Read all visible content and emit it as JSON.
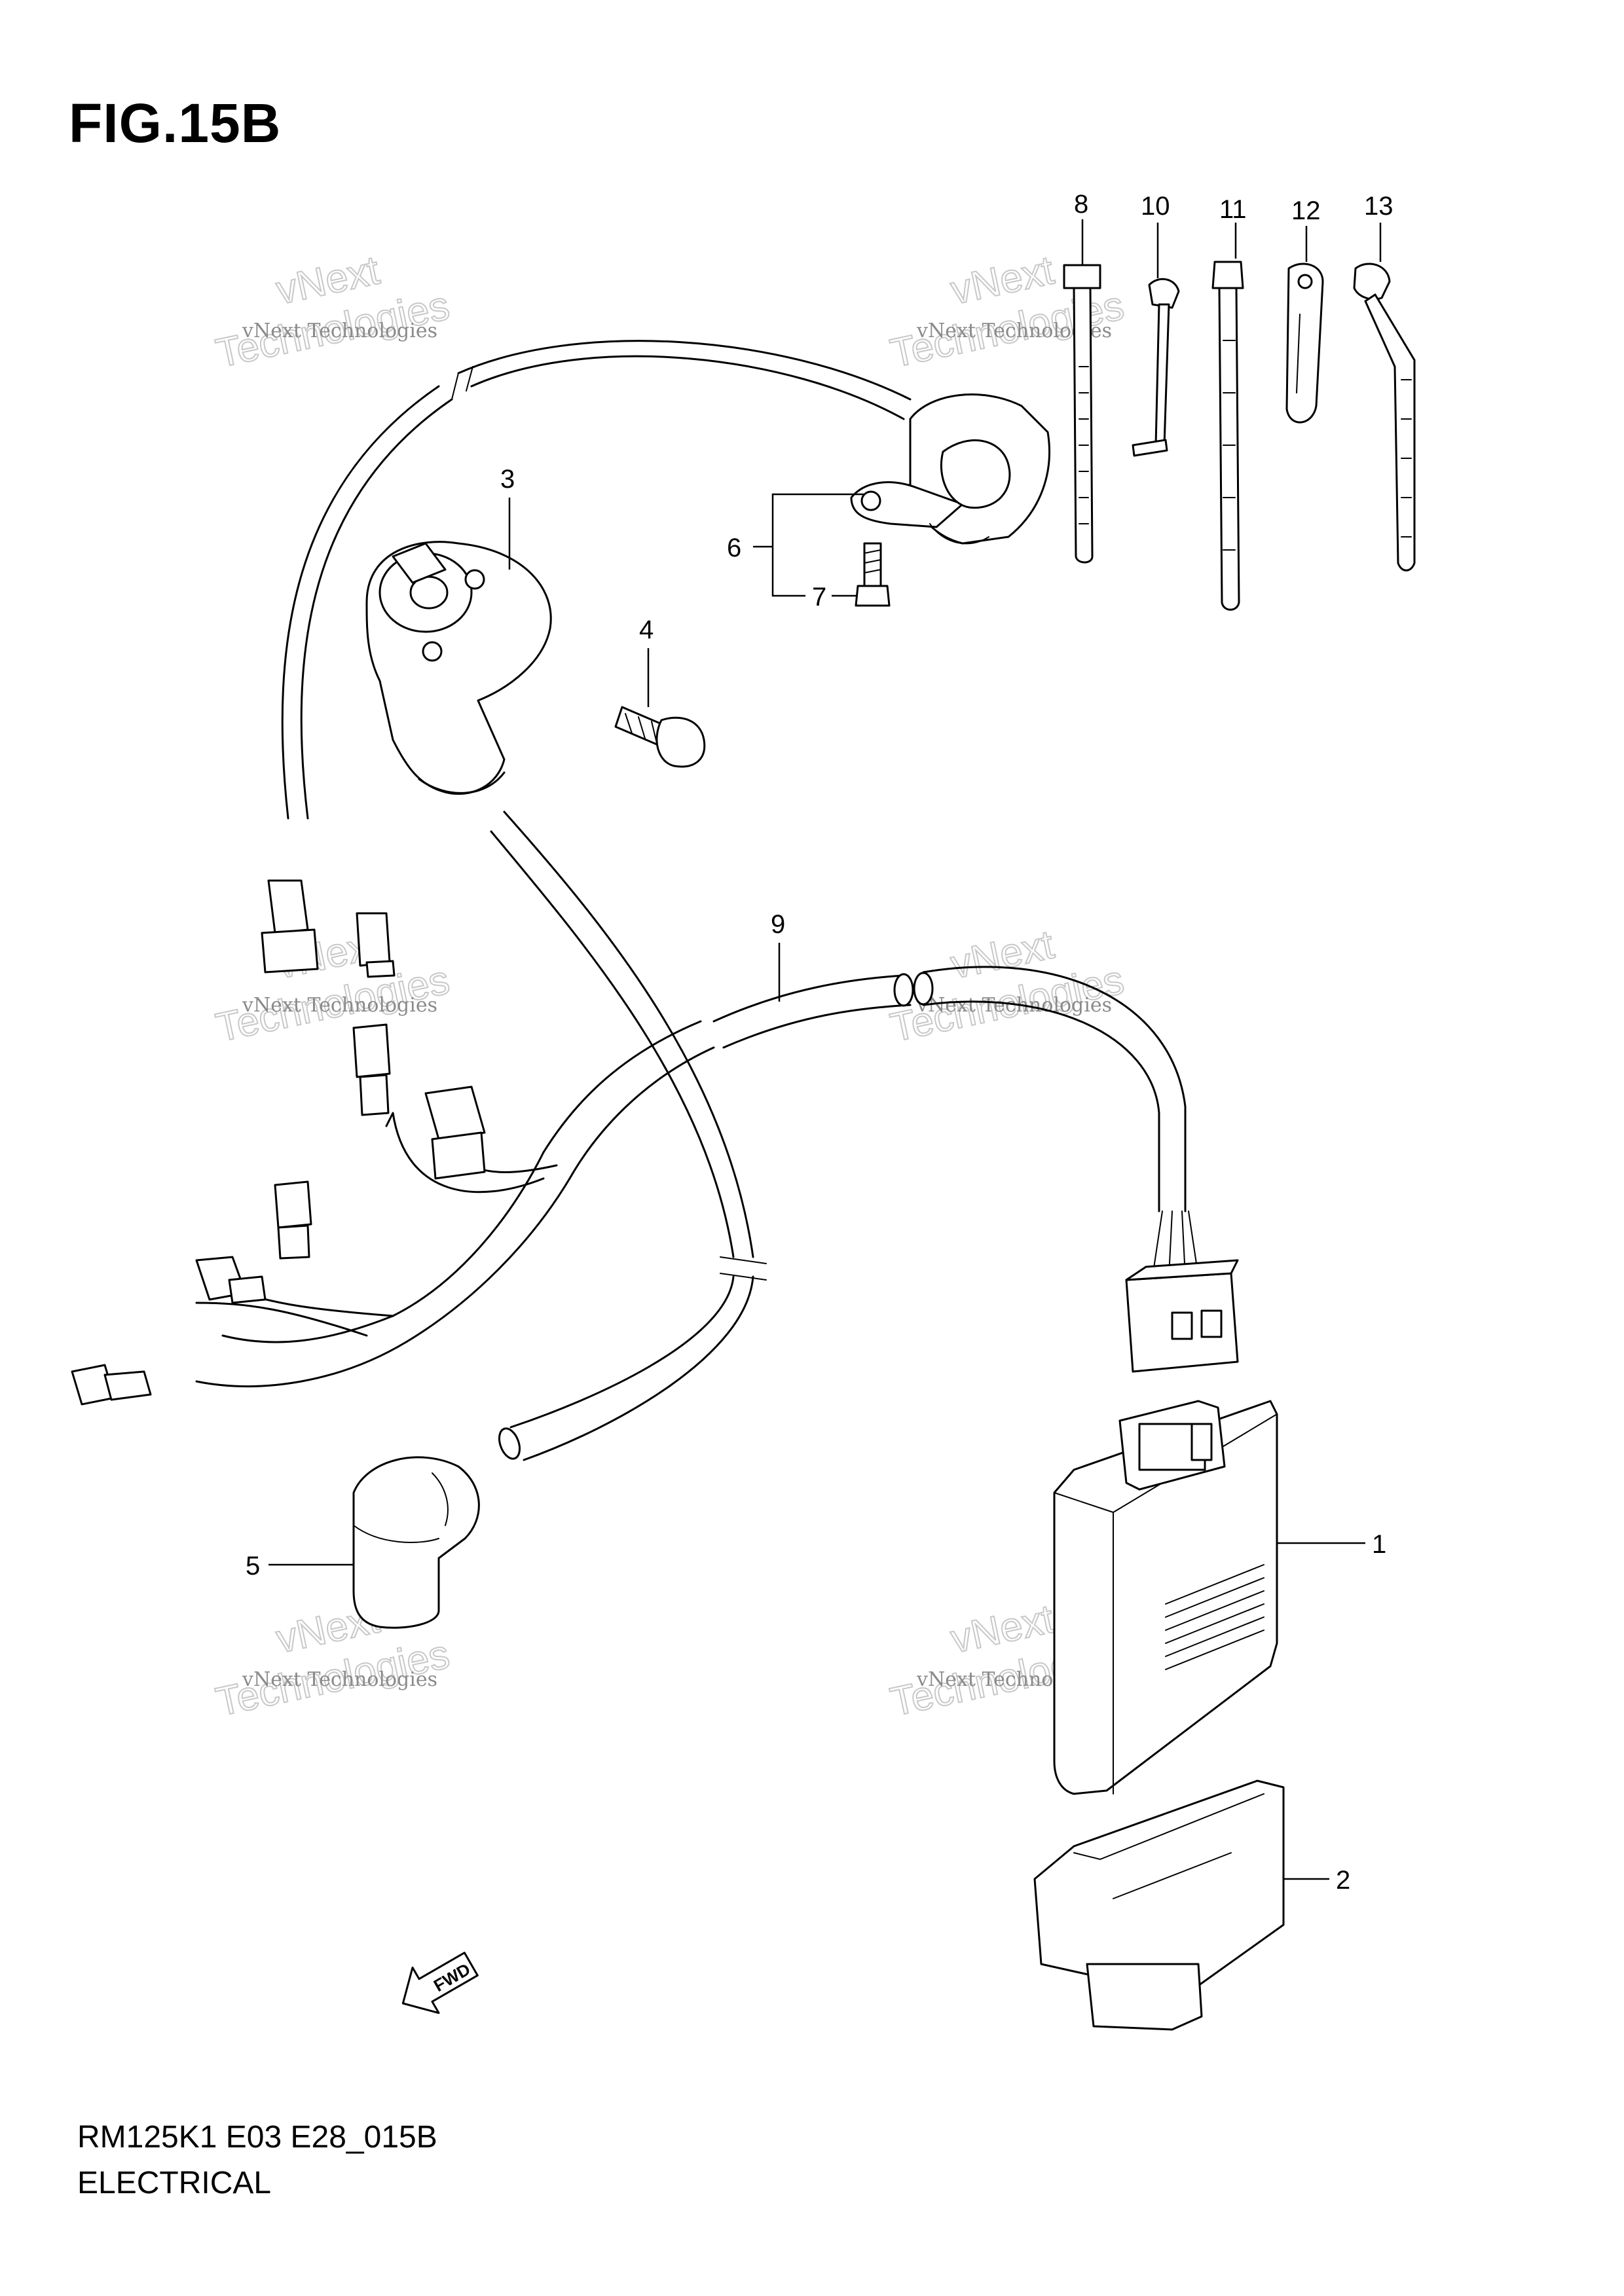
{
  "figure": {
    "title": "FIG.15B",
    "model_code": "RM125K1 E03 E28_015B",
    "section": "ELECTRICAL"
  },
  "callouts": [
    "1",
    "2",
    "3",
    "4",
    "5",
    "6",
    "7",
    "8",
    "9",
    "10",
    "11",
    "12",
    "13"
  ],
  "watermark": {
    "line1": "vNext Technologies",
    "line2": "Technologies",
    "line3": "vNext"
  },
  "fwd_label": "FWD"
}
